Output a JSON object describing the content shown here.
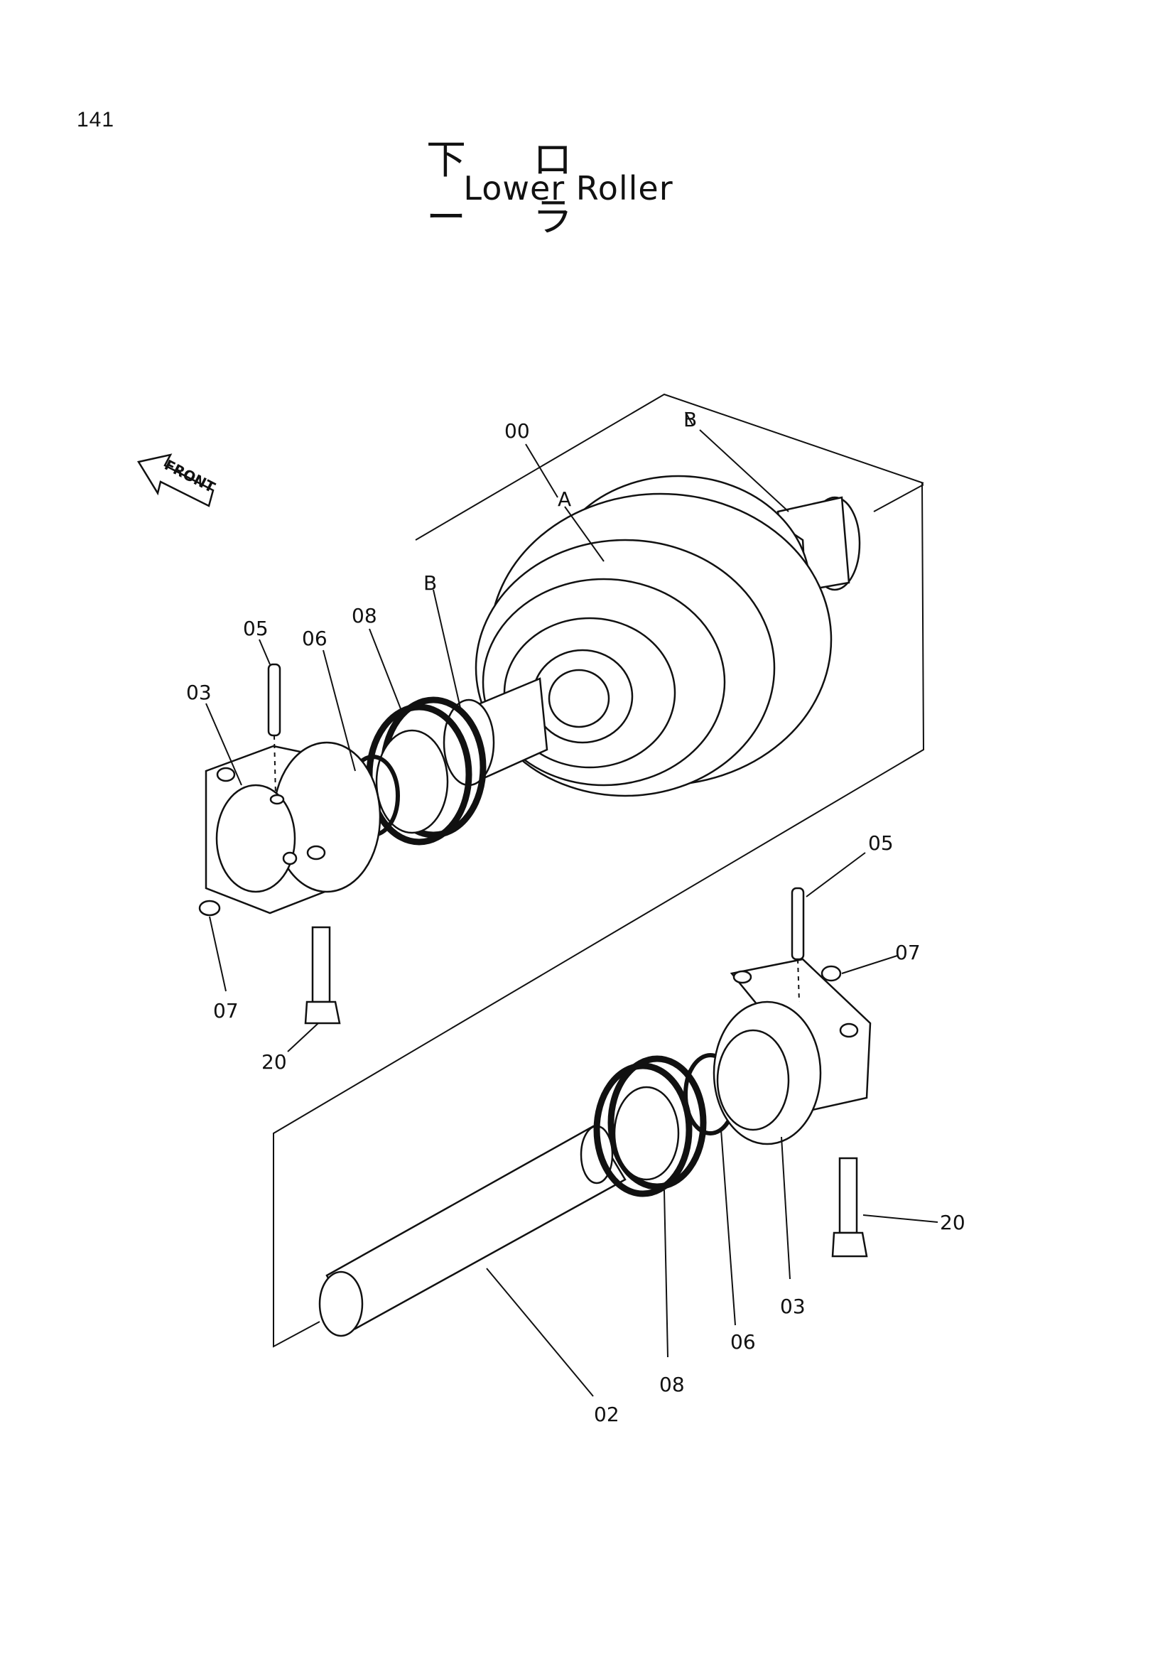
{
  "page": {
    "number": "141",
    "title_jp": "下 ロ ー ラ",
    "title_en": "Lower Roller"
  },
  "orientation": {
    "arrow_label": "FRONT"
  },
  "callouts": {
    "c00": "00",
    "cA": "A",
    "cB_top": "B",
    "cB_left": "B",
    "c05_left": "05",
    "c06_left": "06",
    "c08_left": "08",
    "c03_left": "03",
    "c07_left": "07",
    "c20_left": "20",
    "c05_right": "05",
    "c07_right": "07",
    "c20_right": "20",
    "c03_right": "03",
    "c06_right": "06",
    "c08_right": "08",
    "c02": "02"
  },
  "icons": {
    "front_arrow": "front-arrow-icon"
  }
}
